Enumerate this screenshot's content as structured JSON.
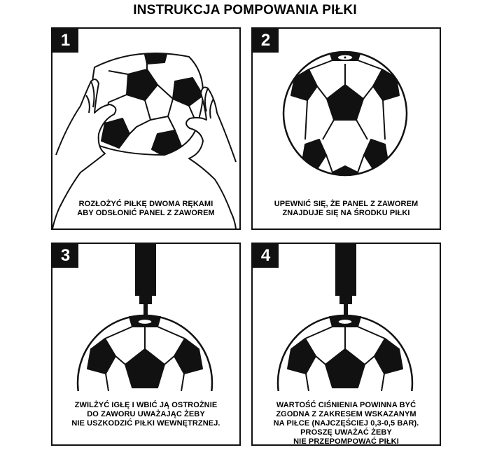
{
  "title": "INSTRUKCJA POMPOWANIA PIŁKI",
  "colors": {
    "ink": "#111111",
    "paper": "#ffffff"
  },
  "steps": [
    {
      "number": "1",
      "caption": "ROZŁOŻYĆ PIŁKĘ DWOMA RĘKAMI\nABY ODSŁONIĆ PANEL Z ZAWOREM"
    },
    {
      "number": "2",
      "caption": "UPEWNIĆ SIĘ, ŻE PANEL Z ZAWOREM\nZNAJDUJE SIĘ NA ŚRODKU PIŁKI"
    },
    {
      "number": "3",
      "caption": "ZWILŻYĆ IGŁĘ I WBIĆ JĄ OSTROŻNIE\nDO ZAWORU UWAŻAJĄC ŻEBY\nNIE USZKODZIĆ PIŁKI WEWNĘTRZNEJ."
    },
    {
      "number": "4",
      "caption": "WARTOŚĆ CIŚNIENIA POWINNA BYĆ\nZGODNA Z ZAKRESEM WSKAZANYM\nNA PIŁCE (NAJCZĘŚCIEJ 0,3-0,5 BAR).\nPROSZĘ UWAŻAĆ ŻEBY\nNIE PRZEPOMPOWAĆ PIŁKI"
    }
  ]
}
